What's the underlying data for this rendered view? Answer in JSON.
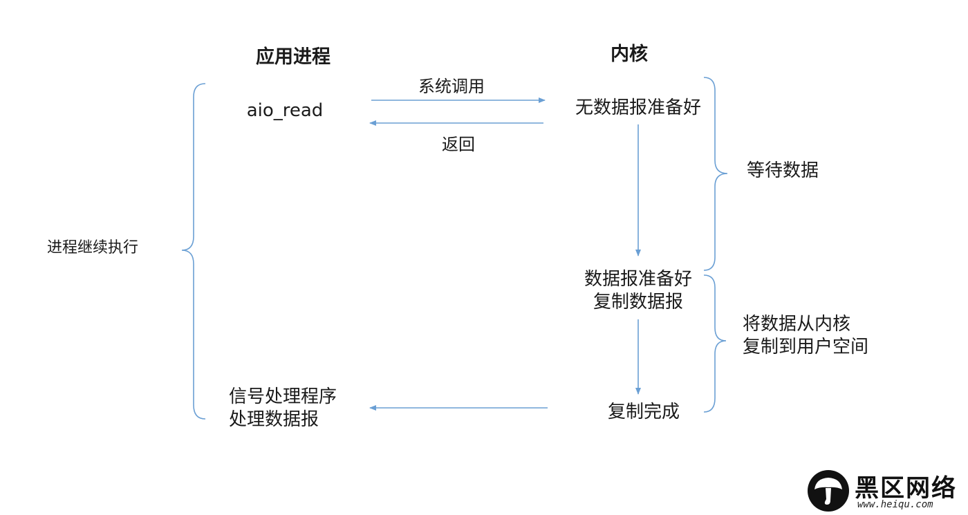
{
  "headers": {
    "app_process": "应用进程",
    "kernel": "内核"
  },
  "app_side": {
    "call": "aio_read",
    "continue_exec": "进程继续执行",
    "signal_line1": "信号处理程序",
    "signal_line2": "处理数据报"
  },
  "arrows": {
    "syscall": "系统调用",
    "return": "返回"
  },
  "kernel_side": {
    "not_ready": "无数据报准备好",
    "ready_line1": "数据报准备好",
    "ready_line2": "复制数据报",
    "done": "复制完成"
  },
  "phases": {
    "wait_data": "等待数据",
    "copy_line1": "将数据从内核",
    "copy_line2": "复制到用户空间"
  },
  "watermark": {
    "name": "黑区网络",
    "url": "www.heiqu.com"
  },
  "colors": {
    "line": "#6a9fd4",
    "text": "#1a1a1a"
  }
}
